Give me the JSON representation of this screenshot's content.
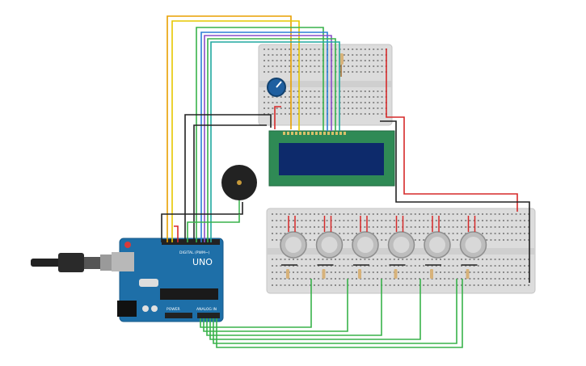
{
  "canvas": {
    "background": "#ffffff"
  },
  "arduino": {
    "brand": "UNO",
    "labels": {
      "digital": "DIGITAL (PWM~)",
      "power": "POWER",
      "analog": "ANALOG IN"
    },
    "colors": {
      "board": "#1e6fa8",
      "header": "#222222"
    }
  },
  "usb_cable": {
    "color": "#222222"
  },
  "lcd": {
    "text": "",
    "colors": {
      "screen": "#0d2a6b",
      "bezel": "#2f8a55"
    }
  },
  "buzzer": {
    "icon": "piezo-buzzer-icon"
  },
  "potentiometer": {
    "icon": "knob-icon",
    "color": "#1f5fa0"
  },
  "gas_sensors": {
    "count": 6,
    "icon": "gas-sensor-icon"
  },
  "wire_colors": {
    "orange": "#e8a000",
    "yellow": "#e6c700",
    "green": "#38b24a",
    "blue": "#2c7fd6",
    "purple": "#8a4fc8",
    "teal": "#20a9a0",
    "red": "#d62a2a",
    "black": "#222222"
  }
}
